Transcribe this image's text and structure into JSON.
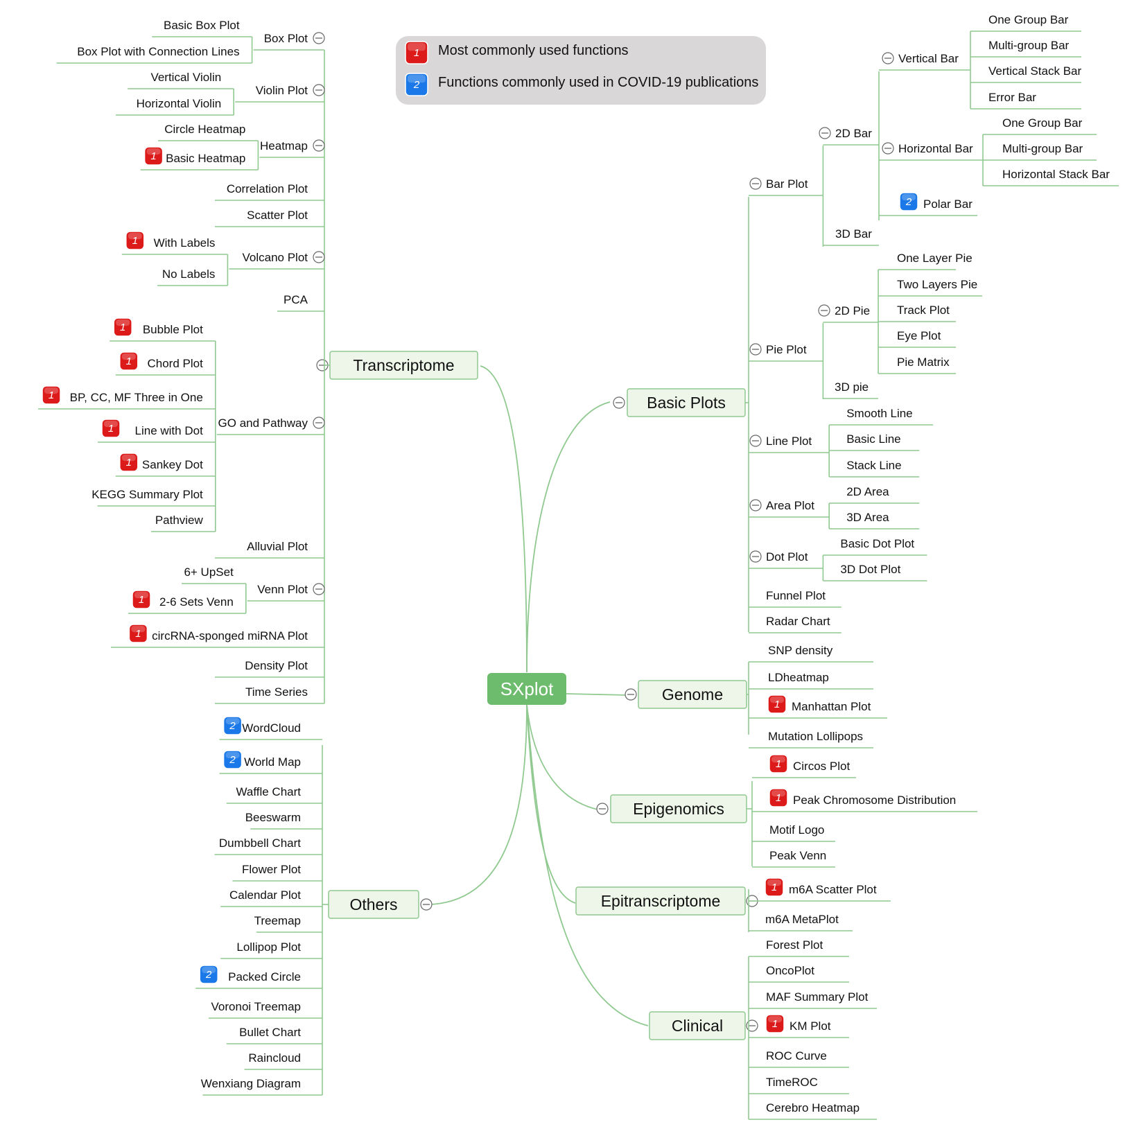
{
  "colors": {
    "line": "#8fc98f",
    "node_fill": "#eef6ea",
    "node_border": "#8fc98f",
    "root_fill": "#6dbb6d",
    "badge_red": "#dd1a1a",
    "badge_blue": "#1a78e8",
    "legend_bg": "#d9d7d8",
    "collapse_icon": "#666666"
  },
  "root": "SXplot",
  "legend": [
    {
      "badge": "1",
      "text": "Most commonly used functions"
    },
    {
      "badge": "2",
      "text": "Functions commonly used in COVID-19 publications"
    }
  ],
  "branches": {
    "transcriptome": {
      "label": "Transcriptome",
      "children": [
        {
          "label": "Box Plot",
          "children": [
            {
              "label": "Basic Box Plot"
            },
            {
              "label": "Box Plot with Connection Lines"
            }
          ]
        },
        {
          "label": "Violin Plot",
          "children": [
            {
              "label": "Vertical Violin"
            },
            {
              "label": "Horizontal Violin"
            }
          ]
        },
        {
          "label": "Heatmap",
          "children": [
            {
              "label": "Circle Heatmap"
            },
            {
              "label": "Basic Heatmap",
              "badge": "1"
            }
          ]
        },
        {
          "label": "Correlation Plot"
        },
        {
          "label": "Scatter Plot"
        },
        {
          "label": "Volcano Plot",
          "children": [
            {
              "label": "With Labels",
              "badge": "1"
            },
            {
              "label": "No Labels"
            }
          ]
        },
        {
          "label": "PCA"
        },
        {
          "label": "GO and Pathway",
          "children": [
            {
              "label": "Bubble Plot",
              "badge": "1"
            },
            {
              "label": "Chord Plot",
              "badge": "1"
            },
            {
              "label": "BP, CC, MF Three in One",
              "badge": "1"
            },
            {
              "label": "Line with Dot",
              "badge": "1"
            },
            {
              "label": "Sankey Dot",
              "badge": "1"
            },
            {
              "label": "KEGG Summary Plot"
            },
            {
              "label": "Pathview"
            }
          ]
        },
        {
          "label": "Alluvial Plot"
        },
        {
          "label": "Venn Plot",
          "children": [
            {
              "label": "6+ UpSet"
            },
            {
              "label": "2-6 Sets Venn",
              "badge": "1"
            }
          ]
        },
        {
          "label": "circRNA-sponged miRNA Plot",
          "badge": "1"
        },
        {
          "label": "Density Plot"
        },
        {
          "label": "Time Series"
        }
      ]
    },
    "others": {
      "label": "Others",
      "children": [
        {
          "label": "WordCloud",
          "badge": "2"
        },
        {
          "label": "World Map",
          "badge": "2"
        },
        {
          "label": "Waffle Chart"
        },
        {
          "label": "Beeswarm"
        },
        {
          "label": "Dumbbell Chart"
        },
        {
          "label": "Flower Plot"
        },
        {
          "label": "Calendar Plot"
        },
        {
          "label": "Treemap"
        },
        {
          "label": "Lollipop Plot"
        },
        {
          "label": "Packed Circle",
          "badge": "2"
        },
        {
          "label": "Voronoi Treemap"
        },
        {
          "label": "Bullet Chart"
        },
        {
          "label": "Raincloud"
        },
        {
          "label": "Wenxiang Diagram"
        }
      ]
    },
    "basic_plots": {
      "label": "Basic Plots",
      "children": [
        {
          "label": "Bar Plot",
          "children": [
            {
              "label": "2D Bar",
              "children": [
                {
                  "label": "Vertical Bar",
                  "children": [
                    {
                      "label": "One Group Bar"
                    },
                    {
                      "label": "Multi-group Bar"
                    },
                    {
                      "label": "Vertical Stack Bar"
                    },
                    {
                      "label": "Error Bar"
                    }
                  ]
                },
                {
                  "label": "Horizontal Bar",
                  "children": [
                    {
                      "label": "One Group Bar"
                    },
                    {
                      "label": "Multi-group Bar"
                    },
                    {
                      "label": "Horizontal Stack Bar"
                    }
                  ]
                },
                {
                  "label": "Polar Bar",
                  "badge": "2"
                }
              ]
            },
            {
              "label": "3D Bar"
            }
          ]
        },
        {
          "label": "Pie Plot",
          "children": [
            {
              "label": "2D Pie",
              "children": [
                {
                  "label": "One Layer Pie"
                },
                {
                  "label": "Two Layers Pie"
                },
                {
                  "label": "Track Plot"
                },
                {
                  "label": "Eye Plot"
                },
                {
                  "label": "Pie Matrix"
                }
              ]
            },
            {
              "label": "3D pie"
            }
          ]
        },
        {
          "label": "Line Plot",
          "children": [
            {
              "label": "Smooth Line"
            },
            {
              "label": "Basic Line"
            },
            {
              "label": "Stack Line"
            }
          ]
        },
        {
          "label": "Area Plot",
          "children": [
            {
              "label": "2D Area"
            },
            {
              "label": "3D Area"
            }
          ]
        },
        {
          "label": "Dot Plot",
          "children": [
            {
              "label": "Basic Dot Plot"
            },
            {
              "label": "3D Dot Plot"
            }
          ]
        },
        {
          "label": "Funnel Plot"
        },
        {
          "label": "Radar Chart"
        }
      ]
    },
    "genome": {
      "label": "Genome",
      "children": [
        {
          "label": "SNP density"
        },
        {
          "label": "LDheatmap"
        },
        {
          "label": "Manhattan Plot",
          "badge": "1"
        },
        {
          "label": "Mutation Lollipops"
        }
      ]
    },
    "epigenomics": {
      "label": "Epigenomics",
      "children": [
        {
          "label": "Circos Plot",
          "badge": "1"
        },
        {
          "label": "Peak Chromosome Distribution",
          "badge": "1"
        },
        {
          "label": "Motif Logo"
        },
        {
          "label": "Peak Venn"
        }
      ]
    },
    "epitranscriptome": {
      "label": "Epitranscriptome",
      "children": [
        {
          "label": "m6A Scatter Plot",
          "badge": "1"
        },
        {
          "label": "m6A MetaPlot"
        }
      ]
    },
    "clinical": {
      "label": "Clinical",
      "children": [
        {
          "label": "Forest Plot"
        },
        {
          "label": "OncoPlot"
        },
        {
          "label": "MAF Summary Plot"
        },
        {
          "label": "KM Plot",
          "badge": "1"
        },
        {
          "label": "ROC Curve"
        },
        {
          "label": "TimeROC"
        },
        {
          "label": "Cerebro Heatmap"
        }
      ]
    }
  }
}
